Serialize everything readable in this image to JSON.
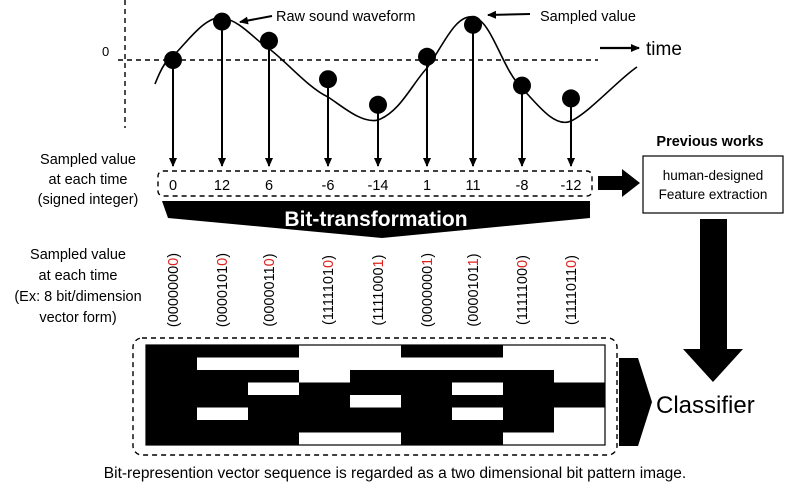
{
  "waveform": {
    "zero_label": "0",
    "raw_label": "Raw sound waveform",
    "sampled_label": "Sampled value",
    "time_label": "time",
    "samples": [
      0,
      12,
      6,
      -6,
      -14,
      1,
      11,
      -8,
      -12
    ]
  },
  "left_labels": {
    "signed_integer": [
      "Sampled value",
      "at each time",
      "(signed integer)"
    ],
    "bit_vector": [
      "Sampled value",
      "at each time",
      "(Ex: 8 bit/dimension",
      "vector form)"
    ]
  },
  "sample_values": [
    "0",
    "12",
    "6",
    "-6",
    "-14",
    "1",
    "11",
    "-8",
    "-12"
  ],
  "bit_transformation_label": "Bit-transformation",
  "bit_vectors": [
    {
      "head": "(0000000",
      "last": "0",
      "tail": ")"
    },
    {
      "head": "(0000101",
      "last": "0",
      "tail": ")"
    },
    {
      "head": "(0000011",
      "last": "0",
      "tail": ")"
    },
    {
      "head": "(1111101",
      "last": "0",
      "tail": ")"
    },
    {
      "head": "(1111000",
      "last": "1",
      "tail": ")"
    },
    {
      "head": "(0000000",
      "last": "1",
      "tail": ")"
    },
    {
      "head": "(0000101",
      "last": "1",
      "tail": ")"
    },
    {
      "head": "(1111100",
      "last": "0",
      "tail": ")"
    },
    {
      "head": "(1111011",
      "last": "0",
      "tail": ")"
    }
  ],
  "bit_pattern_image": [
    [
      0,
      0,
      0,
      1,
      1,
      0,
      0,
      1,
      1
    ],
    [
      0,
      1,
      1,
      1,
      1,
      1,
      1,
      1,
      1
    ],
    [
      0,
      0,
      0,
      1,
      0,
      0,
      0,
      0,
      1
    ],
    [
      0,
      0,
      1,
      0,
      0,
      0,
      1,
      0,
      0
    ],
    [
      0,
      0,
      0,
      0,
      1,
      0,
      0,
      0,
      0
    ],
    [
      0,
      1,
      0,
      0,
      0,
      0,
      1,
      0,
      1
    ],
    [
      0,
      0,
      0,
      0,
      0,
      0,
      0,
      0,
      1
    ],
    [
      0,
      0,
      0,
      1,
      1,
      0,
      0,
      1,
      1
    ]
  ],
  "previous_works": {
    "title": "Previous works",
    "box_lines": [
      "human-designed",
      "Feature extraction"
    ]
  },
  "classifier_label": "Classifier",
  "caption": "Bit-represention vector sequence is regarded as a two dimensional bit pattern image.",
  "colors": {
    "highlight_bit": "#e0201b",
    "ink": "#000000",
    "background": "#ffffff"
  }
}
